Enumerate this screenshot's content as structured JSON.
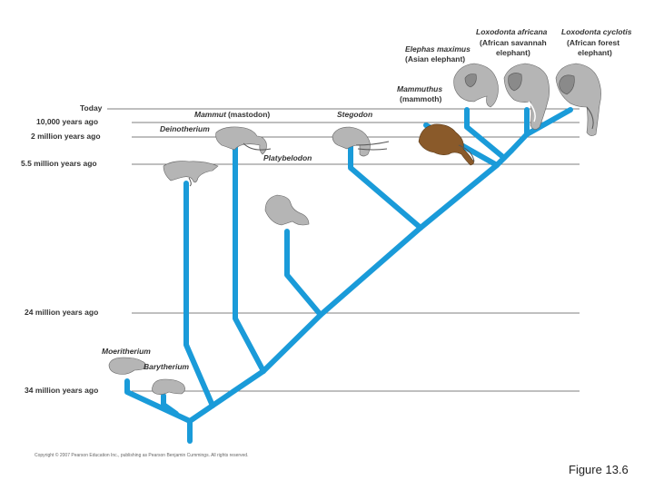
{
  "time_labels": {
    "today": "Today",
    "t10k": "10,000 years ago",
    "t2m": "2 million years ago",
    "t55m": "5.5 million years ago",
    "t24m": "24 million years ago",
    "t34m": "34 million years ago"
  },
  "taxa": {
    "mammut_genus": "Mammut",
    "mammut_common": "(mastodon)",
    "deinotherium": "Deinotherium",
    "platybelodon": "Platybelodon",
    "stegodon": "Stegodon",
    "mammuthus_genus": "Mammuthus",
    "mammuthus_common": "(mammoth)",
    "elephas_genus": "Elephas maximus",
    "elephas_common": "(Asian elephant)",
    "lox_africana_genus": "Loxodonta africana",
    "lox_africana_common1": "(African savannah",
    "lox_africana_common2": "elephant)",
    "lox_cyclotis_genus": "Loxodonta cyclotis",
    "lox_cyclotis_common1": "(African forest",
    "lox_cyclotis_common2": "elephant)",
    "moeritherium": "Moeritherium",
    "barytherium": "Barytherium"
  },
  "copyright": "Copyright © 2007 Pearson Education Inc., publishing as Pearson Benjamin Cummings. All rights reserved.",
  "caption": "Figure 13.6",
  "colors": {
    "branch": "#1a9bd9",
    "gridline": "#555555"
  },
  "icons": [
    "deinotherium-icon",
    "mammut-icon",
    "platybelodon-icon",
    "stegodon-icon",
    "mammuthus-icon",
    "elephas-icon",
    "loxodonta-africana-icon",
    "loxodonta-cyclotis-icon",
    "moeritherium-icon",
    "barytherium-icon"
  ]
}
